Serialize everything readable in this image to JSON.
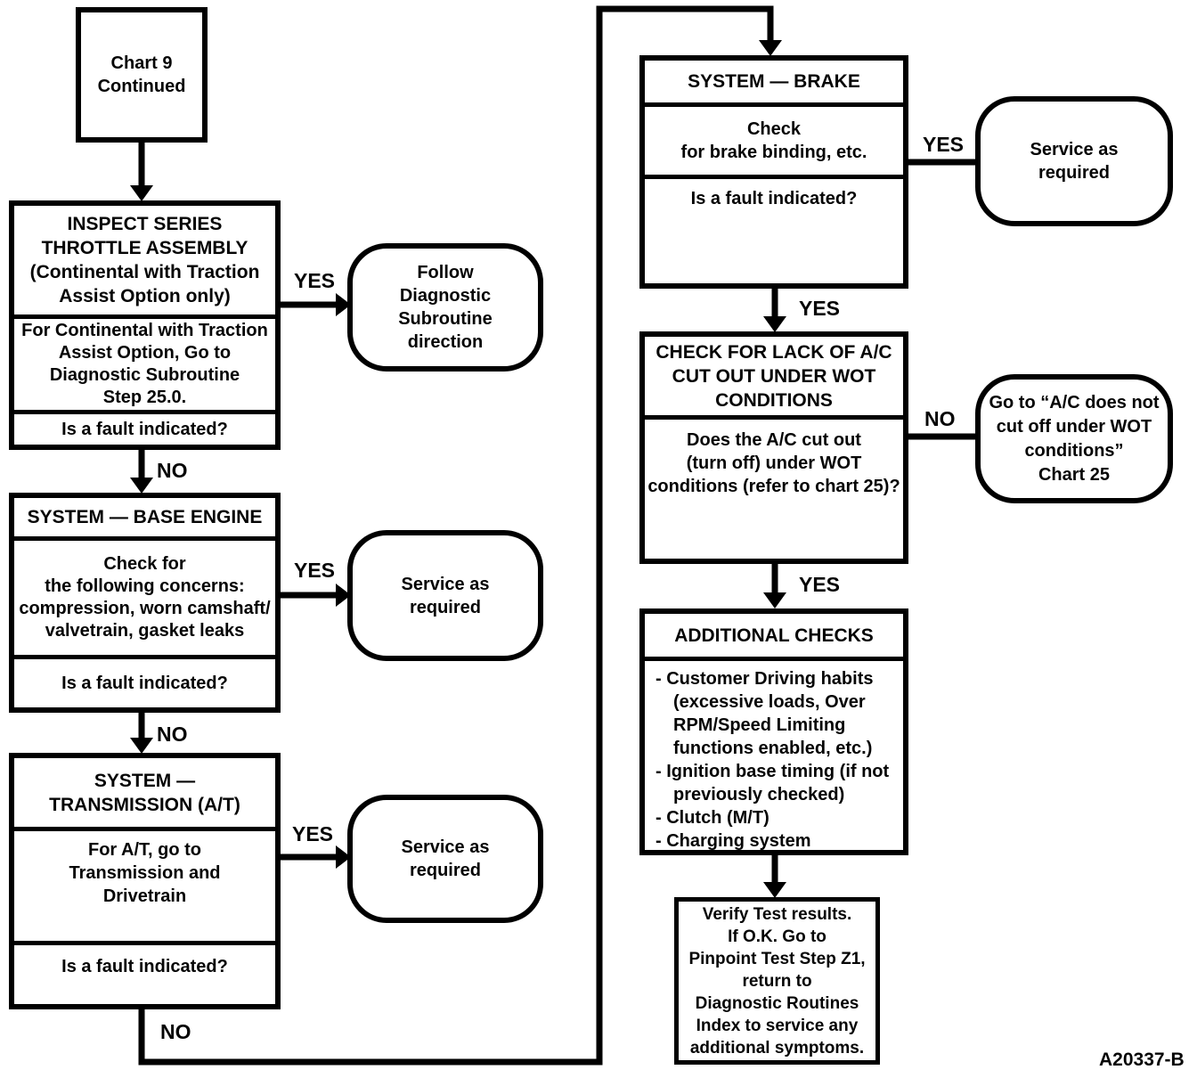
{
  "figure_code": "A20337-B",
  "labels": {
    "yes": "YES",
    "no": "NO"
  },
  "nodes": {
    "chart9": {
      "text": "Chart 9\nContinued"
    },
    "throttle": {
      "header": "INSPECT SERIES\nTHROTTLE ASSEMBLY\n(Continental with Traction\nAssist Option only)",
      "body": "For Continental with Traction\nAssist Option, Go to\nDiagnostic Subroutine\nStep 25.0.",
      "question": "Is a fault indicated?"
    },
    "follow_subroutine": {
      "text": "Follow\nDiagnostic\nSubroutine\ndirection"
    },
    "base_engine": {
      "header": "SYSTEM — BASE ENGINE",
      "body": "Check  for\nthe following concerns:\ncompression, worn camshaft/\nvalvetrain, gasket leaks",
      "question": "Is a fault indicated?"
    },
    "service_base_engine": {
      "text": "Service as\nrequired"
    },
    "transmission": {
      "header": "SYSTEM —\nTRANSMISSION (A/T)",
      "body": "For A/T, go to\nTransmission and\nDrivetrain",
      "question": "Is a fault indicated?"
    },
    "service_transmission": {
      "text": "Service as\nrequired"
    },
    "brake": {
      "header": "SYSTEM — BRAKE",
      "body": "Check\nfor brake binding, etc.",
      "question": "Is a fault indicated?"
    },
    "service_brake": {
      "text": "Service as\nrequired"
    },
    "ac_wot": {
      "header": "CHECK FOR LACK OF A/C\nCUT OUT UNDER WOT\nCONDITIONS",
      "body": "Does the A/C cut out\n(turn off) under WOT\nconditions (refer to chart 25)?"
    },
    "goto_chart25": {
      "text": "Go to “A/C does not\ncut off under WOT\nconditions”\nChart 25"
    },
    "additional_checks": {
      "header": "ADDITIONAL CHECKS",
      "items": [
        "- Customer Driving habits (excessive loads, Over RPM/Speed Limiting functions enabled, etc.)",
        "- Ignition base timing (if not previously checked)",
        "- Clutch (M/T)",
        "- Charging system"
      ]
    },
    "verify": {
      "text": "Verify Test results.\nIf O.K. Go to\nPinpoint Test Step Z1,\nreturn to\nDiagnostic Routines\nIndex to service any\nadditional symptoms."
    }
  }
}
